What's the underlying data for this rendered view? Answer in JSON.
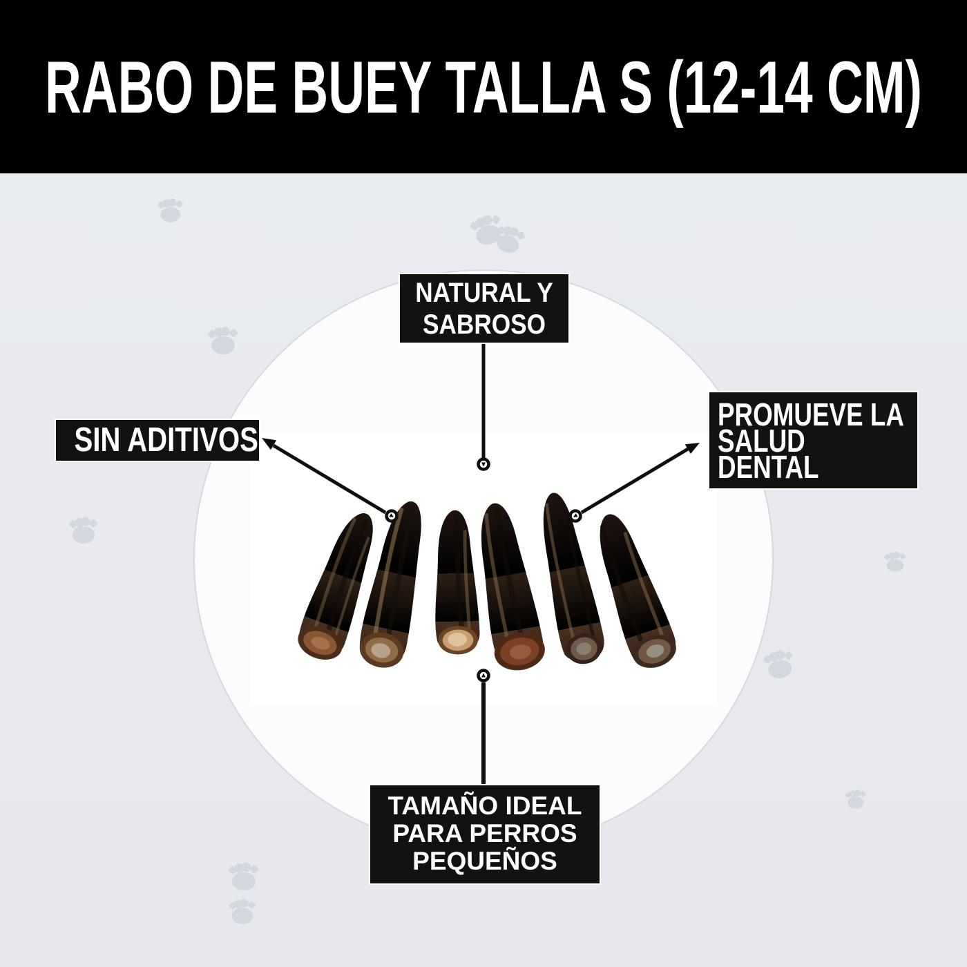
{
  "header": {
    "title": "RABO DE BUEY TALLA S (12-14 CM)"
  },
  "callouts": {
    "natural_sabroso": {
      "lines": [
        "NATURAL Y",
        "SABROSO"
      ]
    },
    "sin_aditivos": {
      "lines": [
        "SIN ADITIVOS"
      ]
    },
    "promueve_salud_dental": {
      "lines": [
        "PROMUEVE LA",
        "SALUD",
        "DENTAL"
      ]
    },
    "tamano_ideal": {
      "lines": [
        "TAMAÑO IDEAL",
        "PARA PERROS",
        "PEQUEÑOS"
      ]
    }
  },
  "product": {
    "subject": "rabo de buey deshidratado para perros",
    "visible_pieces": 6
  },
  "colors": {
    "banner_bg": "#000000",
    "page_bg": "#e8eaef",
    "callout_bg": "#121212",
    "callout_border": "#ffffff",
    "callout_text": "#ffffff",
    "connector": "#0e0e0e",
    "circle_fill": "#fbfcfd",
    "circle_border": "#d6dade",
    "photo_bg": "#ffffff",
    "paw_watermark": "#d2d7e0"
  },
  "icons": {
    "paw_print": "paw-print-icon",
    "callout_marker": "ring-marker-icon",
    "arrowhead": "arrowhead-icon"
  }
}
